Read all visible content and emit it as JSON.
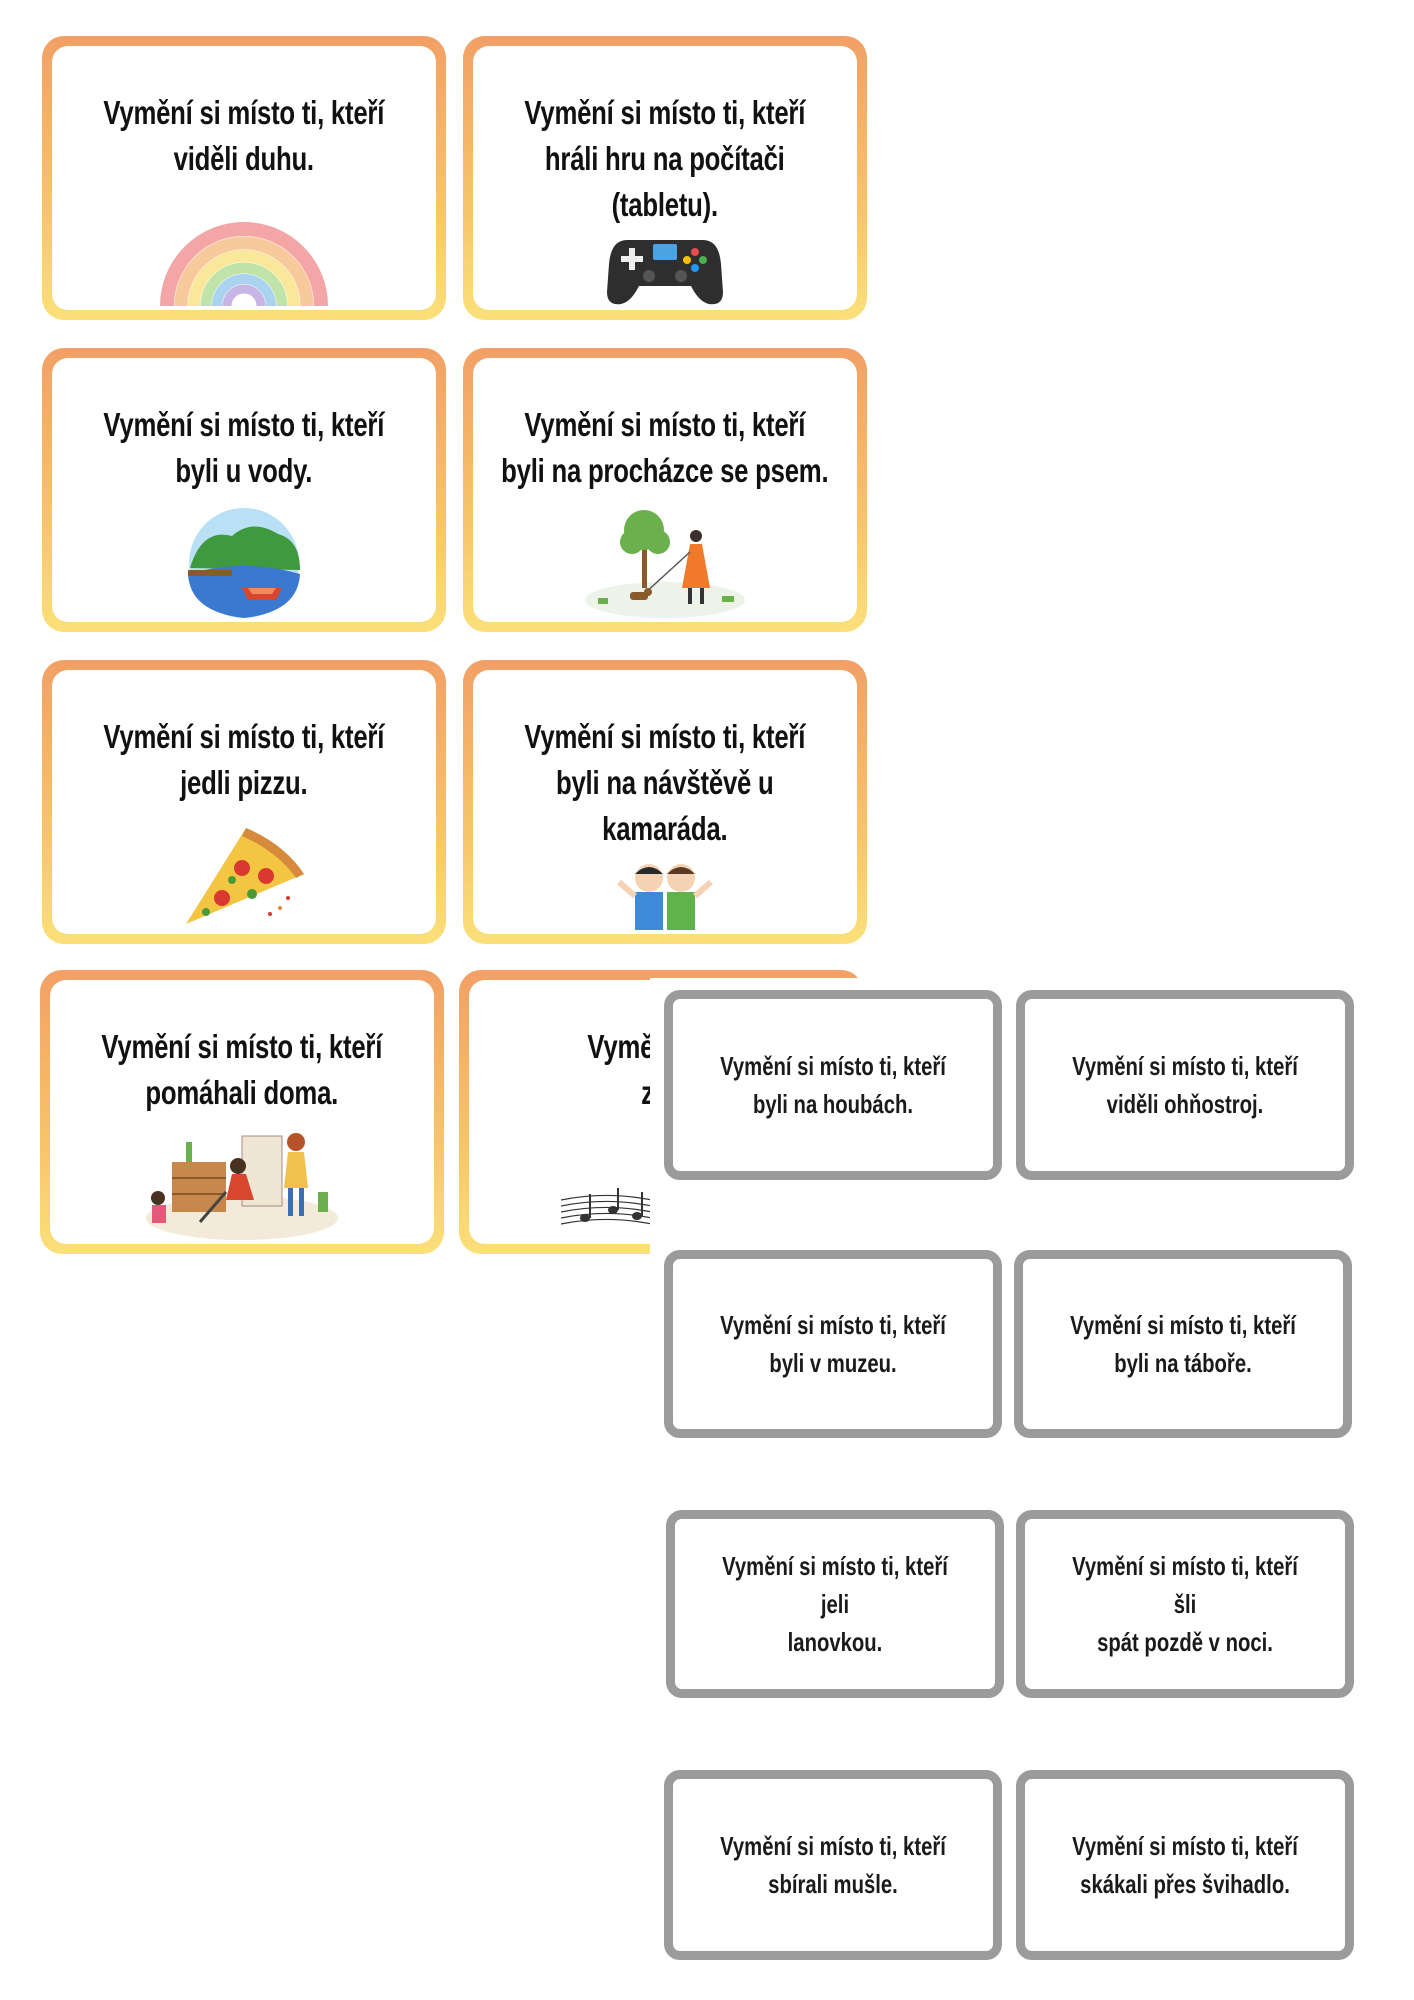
{
  "orange_cards": [
    {
      "line1": "Vymění si místo ti, kteří",
      "line2": "viděli duhu.",
      "line3": "",
      "icon": "rainbow-icon"
    },
    {
      "line1": "Vymění si místo ti, kteří",
      "line2": "hráli hru na počítači",
      "line3": "(tabletu).",
      "icon": "gamepad-icon"
    },
    {
      "line1": "Vymění si místo ti, kteří",
      "line2": "byli u vody.",
      "line3": "",
      "icon": "lake-icon"
    },
    {
      "line1": "Vymění si místo ti, kteří",
      "line2": "byli na procházce se psem.",
      "line3": "",
      "icon": "dog-walk-icon"
    },
    {
      "line1": "Vymění si místo ti, kteří",
      "line2": "jedli pizzu.",
      "line3": "",
      "icon": "pizza-icon"
    },
    {
      "line1": "Vymění si místo ti, kteří",
      "line2": "byli na návštěvě u",
      "line3": "kamaráda.",
      "icon": "friends-icon"
    },
    {
      "line1": "Vymění si místo ti, kteří",
      "line2": "pomáhali doma.",
      "line3": "",
      "icon": "housework-icon"
    },
    {
      "line1": "Vymění si m",
      "line2": "zaz",
      "line3": "",
      "icon": "music-notes-icon"
    }
  ],
  "gray_cards": [
    {
      "line1": "Vymění si místo ti, kteří",
      "line2": "byli na houbách."
    },
    {
      "line1": "Vymění si místo ti, kteří",
      "line2": "viděli ohňostroj."
    },
    {
      "line1": "Vymění si místo ti, kteří",
      "line2": "byli v muzeu."
    },
    {
      "line1": "Vymění si místo ti, kteří",
      "line2": "byli na táboře."
    },
    {
      "line1": "Vymění si místo ti, kteří jeli",
      "line2": "lanovkou."
    },
    {
      "line1": "Vymění si místo ti, kteří šli",
      "line2": "spát pozdě v noci."
    },
    {
      "line1": "Vymění si místo ti, kteří",
      "line2": "sbírali mušle."
    },
    {
      "line1": "Vymění si místo ti, kteří",
      "line2": "skákali přes švihadlo."
    }
  ],
  "colors": {
    "orange_top": "#f2a066",
    "orange_bottom": "#fbe07a",
    "gray_border": "#9b9b9b"
  }
}
